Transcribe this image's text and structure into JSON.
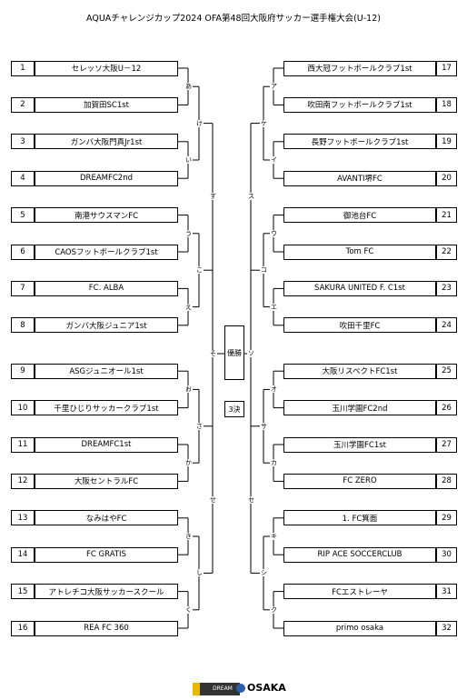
{
  "title": "AQUAチャレンジカップ2024 OFA第48回大阪府サッカー選手権大会(U-12)",
  "left_teams": [
    {
      "no": "1",
      "name": "セレッソ大阪U－12"
    },
    {
      "no": "2",
      "name": "加賀田SC1st"
    },
    {
      "no": "3",
      "name": "ガンバ大阪門真Jr1st"
    },
    {
      "no": "4",
      "name": "DREAMFC2nd"
    },
    {
      "no": "5",
      "name": "南港サウスマンFC"
    },
    {
      "no": "6",
      "name": "CAOSフットボールクラブ1st"
    },
    {
      "no": "7",
      "name": "FC. ALBA"
    },
    {
      "no": "8",
      "name": "ガンバ大阪ジュニア1st"
    },
    {
      "no": "9",
      "name": "ASGジュニオール1st"
    },
    {
      "no": "10",
      "name": "千里ひじりサッカークラブ1st"
    },
    {
      "no": "11",
      "name": "DREAMFC1st"
    },
    {
      "no": "12",
      "name": "大阪セントラルFC"
    },
    {
      "no": "13",
      "name": "なみはやFC"
    },
    {
      "no": "14",
      "name": "FC GRATIS"
    },
    {
      "no": "15",
      "name": "アトレチコ大阪サッカースクール"
    },
    {
      "no": "16",
      "name": "REA FC 360"
    }
  ],
  "right_teams": [
    {
      "no": "17",
      "name": "西大冠フットボールクラブ1st"
    },
    {
      "no": "18",
      "name": "吹田南フットボールクラブ1st"
    },
    {
      "no": "19",
      "name": "長野フットボールクラブ1st"
    },
    {
      "no": "20",
      "name": "AVANTI堺FC"
    },
    {
      "no": "21",
      "name": "御池台FC"
    },
    {
      "no": "22",
      "name": "Tom FC"
    },
    {
      "no": "23",
      "name": "SAKURA UNITED F. C1st"
    },
    {
      "no": "24",
      "name": "吹田千里FC"
    },
    {
      "no": "25",
      "name": "大阪リスペクトFC1st"
    },
    {
      "no": "26",
      "name": "玉川学園FC2nd"
    },
    {
      "no": "27",
      "name": "玉川学園FC1st"
    },
    {
      "no": "28",
      "name": "FC ZERO"
    },
    {
      "no": "29",
      "name": "1. FC箕面"
    },
    {
      "no": "30",
      "name": "RIP ACE SOCCERCLUB"
    },
    {
      "no": "31",
      "name": "FCエストレーヤ"
    },
    {
      "no": "32",
      "name": "primo osaka"
    }
  ],
  "left_r1": [
    "あ",
    "い",
    "う",
    "え",
    "お",
    "か",
    "き",
    "く"
  ],
  "left_r2": [
    "け",
    "こ",
    "さ",
    "し"
  ],
  "left_r3": [
    "す",
    "せ"
  ],
  "left_semi": "そ",
  "right_r1": [
    "ア",
    "イ",
    "ウ",
    "エ",
    "オ",
    "カ",
    "キ",
    "ク"
  ],
  "right_r2": [
    "ケ",
    "コ",
    "サ",
    "シ"
  ],
  "right_r3": [
    "ス",
    "セ"
  ],
  "right_semi": "ソ",
  "final_label": "優勝",
  "third_label": "3決",
  "logos": {
    "dream": "DREAM",
    "osaka": "OSAKA"
  }
}
